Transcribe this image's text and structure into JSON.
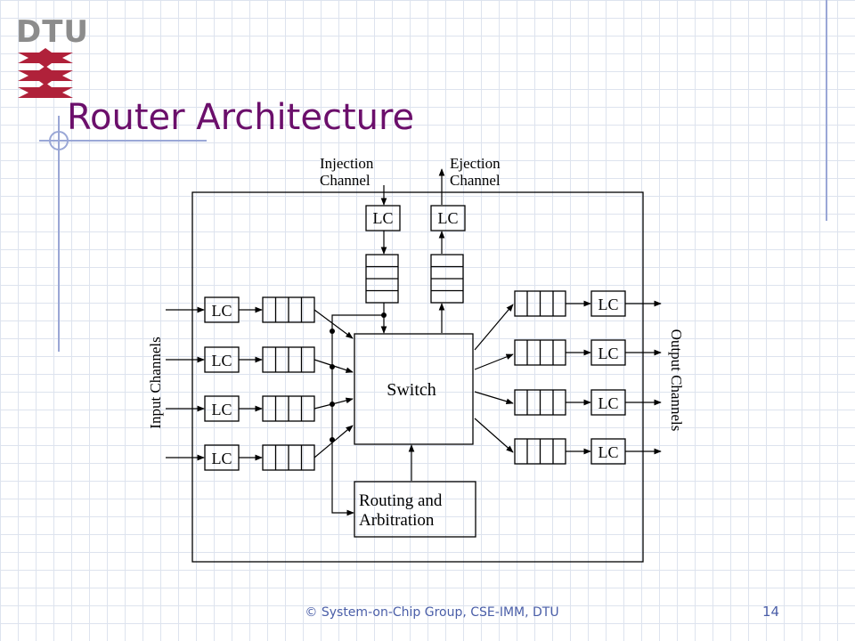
{
  "logo": {
    "text": "DTU"
  },
  "title": "Router Architecture",
  "diagram": {
    "injection_channel": [
      "Injection",
      "Channel"
    ],
    "ejection_channel": [
      "Ejection",
      "Channel"
    ],
    "lc_label": "LC",
    "switch_label": "Switch",
    "routing_label": [
      "Routing and",
      "Arbitration"
    ],
    "input_channels_label": "Input Channels",
    "output_channels_label": "Output Channels"
  },
  "footer": {
    "text": "© System-on-Chip Group, CSE-IMM, DTU",
    "page_number": "14"
  },
  "colors": {
    "title": "#6b0f6b",
    "footer": "#4a5ea8",
    "logo_gray": "#8c8c8c",
    "logo_red": "#b0213a"
  }
}
